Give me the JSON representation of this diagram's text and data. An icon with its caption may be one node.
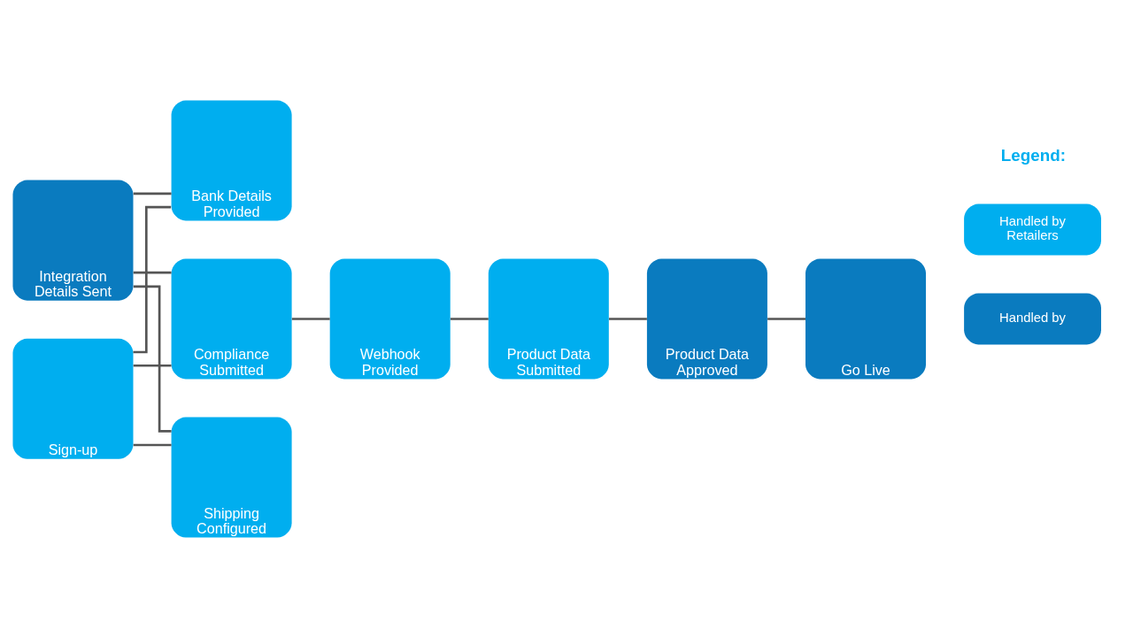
{
  "diagram": {
    "nodes": [
      {
        "text": [
          "Sign-up"
        ]
      },
      {
        "text": [
          "Integration Details Sent"
        ]
      },
      {
        "text": [
          "Bank Details Provided"
        ]
      },
      {
        "text": [
          "Compliance Submitted"
        ]
      },
      {
        "text": [
          "Shipping Configured"
        ]
      },
      {
        "text": [
          "Webhook Provided"
        ]
      },
      {
        "text": [
          "Product Data Submitted"
        ]
      },
      {
        "text": [
          "Product Data Approved"
        ]
      },
      {
        "text": [
          "Go Live"
        ]
      }
    ],
    "edges": [
      {
        "from": 0,
        "to": 2,
        "arrow": "none"
      },
      {
        "from": 0,
        "to": 3,
        "arrow": "none"
      },
      {
        "from": 0,
        "to": 4,
        "arrow": "none"
      },
      {
        "from": 1,
        "to": 2,
        "arrow": "none"
      },
      {
        "from": 1,
        "to": 3,
        "arrow": "none"
      },
      {
        "from": 1,
        "to": 4,
        "arrow": "none"
      },
      {
        "from": 3,
        "to": 5,
        "arrow": "none"
      },
      {
        "from": 5,
        "to": 6,
        "arrow": "none"
      },
      {
        "from": 6,
        "to": 7,
        "arrow": "none"
      },
      {
        "from": 7,
        "to": 8,
        "arrow": "none"
      }
    ],
    "labels": [
      "Legend:"
    ],
    "legend": [
      {
        "text": "Handled by Retailers",
        "color": "#00aeef"
      },
      {
        "text": "Handled by",
        "color": "#0a7bbf"
      }
    ]
  }
}
